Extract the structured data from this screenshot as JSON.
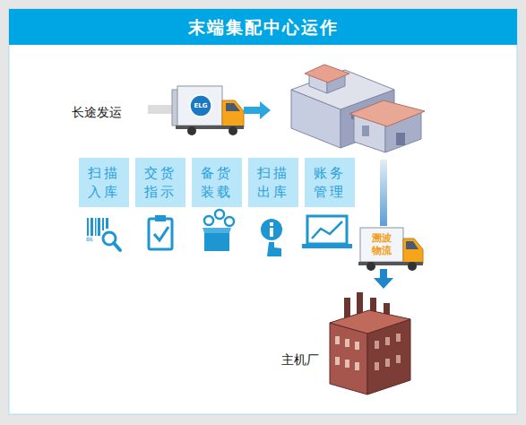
{
  "diagram": {
    "title": "末端集配中心运作",
    "nodes": [
      {
        "text": [
          "扫描 入库"
        ]
      },
      {
        "text": [
          "交货 指示"
        ]
      },
      {
        "text": [
          "备货 装载"
        ]
      },
      {
        "text": [
          "扫描 出库"
        ]
      },
      {
        "text": [
          "账务 管理"
        ]
      }
    ],
    "labels": [
      "长途发运",
      "ELG",
      "溯波 物流",
      "86",
      "主机厂"
    ]
  }
}
